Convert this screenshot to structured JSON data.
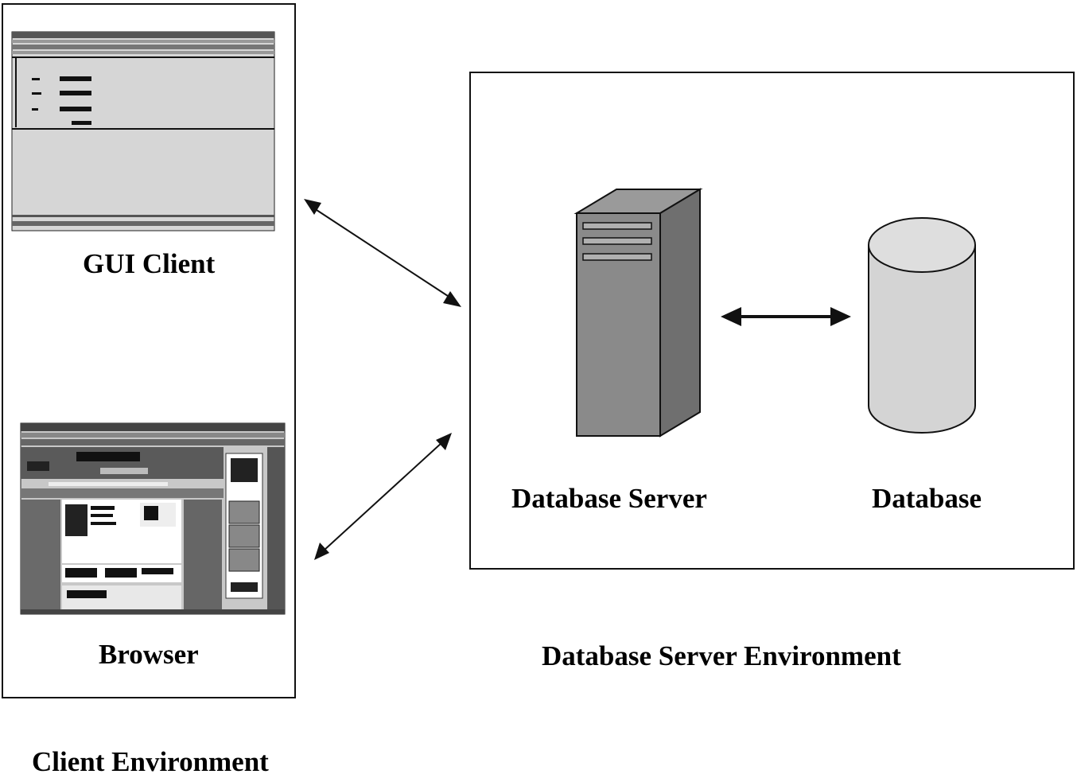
{
  "client_environment": {
    "caption": "Client Environment",
    "gui_client_label": "GUI Client",
    "browser_label": "Browser"
  },
  "server_environment": {
    "caption": "Database Server Environment",
    "database_server_label": "Database Server",
    "database_label": "Database"
  },
  "colors": {
    "server_front": "#8a8a8a",
    "server_side": "#6f6f6f",
    "database_fill": "#d4d4d4",
    "screenshot_bg": "#d6d6d6"
  }
}
